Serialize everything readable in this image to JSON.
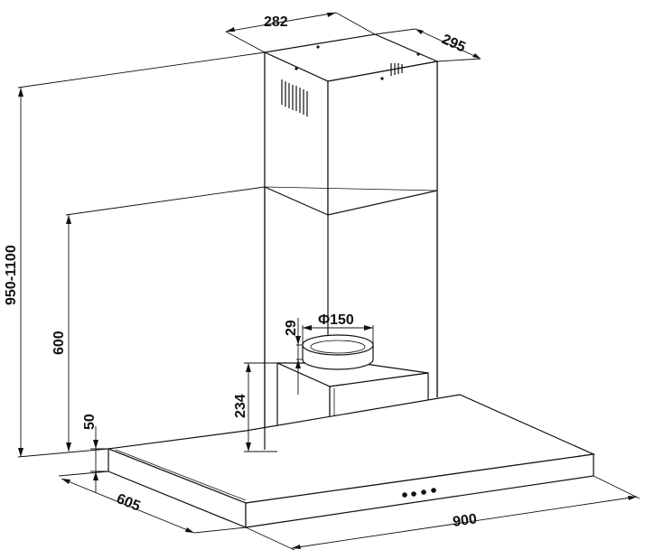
{
  "dimensions": {
    "chimney_width": "282",
    "chimney_depth": "295",
    "total_height": "950-1100",
    "lower_height": "600",
    "collar_height": "29",
    "collar_diameter": "Φ150",
    "motor_box_height": "234",
    "canopy_thickness": "50",
    "canopy_depth": "605",
    "canopy_width": "900"
  },
  "control_buttons": [
    {
      "id": "button-1"
    },
    {
      "id": "button-2"
    },
    {
      "id": "button-3"
    },
    {
      "id": "button-4"
    }
  ]
}
